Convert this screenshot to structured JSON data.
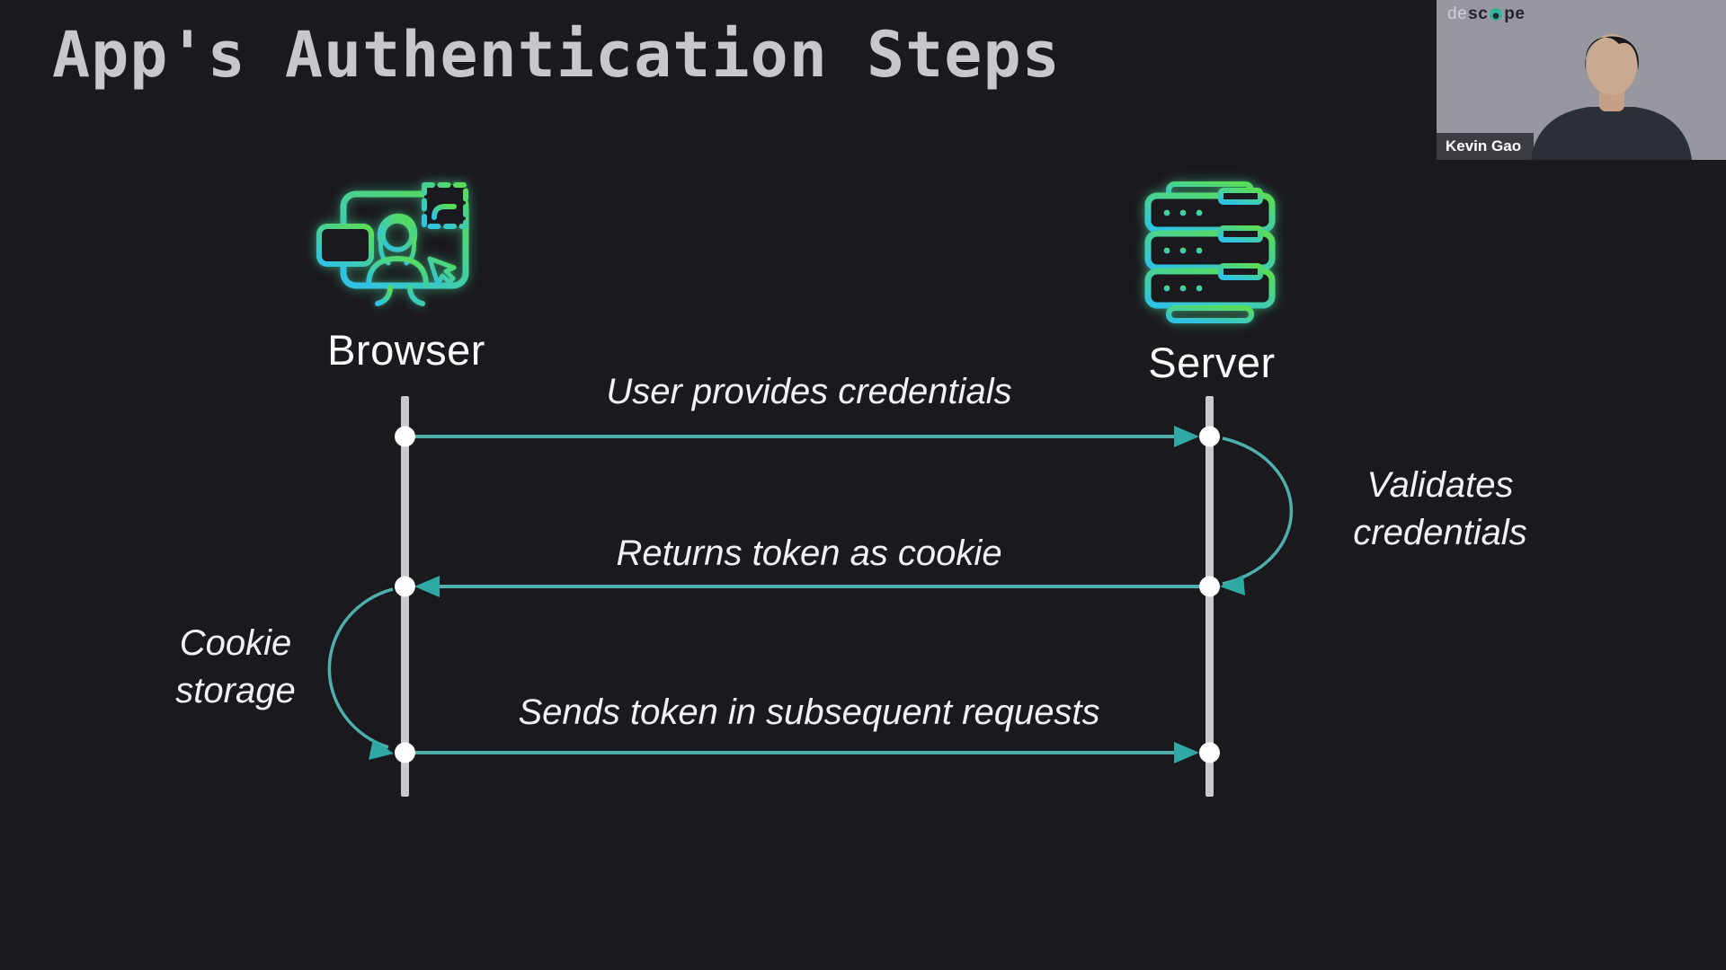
{
  "title": "App's Authentication Steps",
  "colors": {
    "background": "#1A191E",
    "arrow_teal": "#4FAFAC",
    "arrowhead_teal": "#2FA9A4",
    "lifeline_gray": "#C9C8CC",
    "icon_gradient_start": "#58DC5A",
    "icon_gradient_end": "#2FC2E5",
    "title_gray": "#C9C7CD",
    "logo_teal": "#2FB39B"
  },
  "diagram": {
    "actors": [
      {
        "label": "Browser",
        "icon": "browser-workstation-icon"
      },
      {
        "label": "Server",
        "icon": "server-stack-icon"
      }
    ],
    "messages": [
      {
        "type": "arrow",
        "from": "Browser",
        "to": "Server",
        "label": "User provides credentials"
      },
      {
        "type": "self-loop",
        "actor": "Server",
        "label": "Validates credentials"
      },
      {
        "type": "arrow",
        "from": "Server",
        "to": "Browser",
        "label": "Returns token as cookie"
      },
      {
        "type": "self-loop",
        "actor": "Browser",
        "label": "Cookie storage"
      },
      {
        "type": "arrow",
        "from": "Browser",
        "to": "Server",
        "label": "Sends token in subsequent requests"
      }
    ]
  },
  "webcam": {
    "logo": {
      "prefix": "de",
      "bold_left": "sc",
      "bold_right": "pe"
    },
    "participant_name": "Kevin Gao"
  }
}
